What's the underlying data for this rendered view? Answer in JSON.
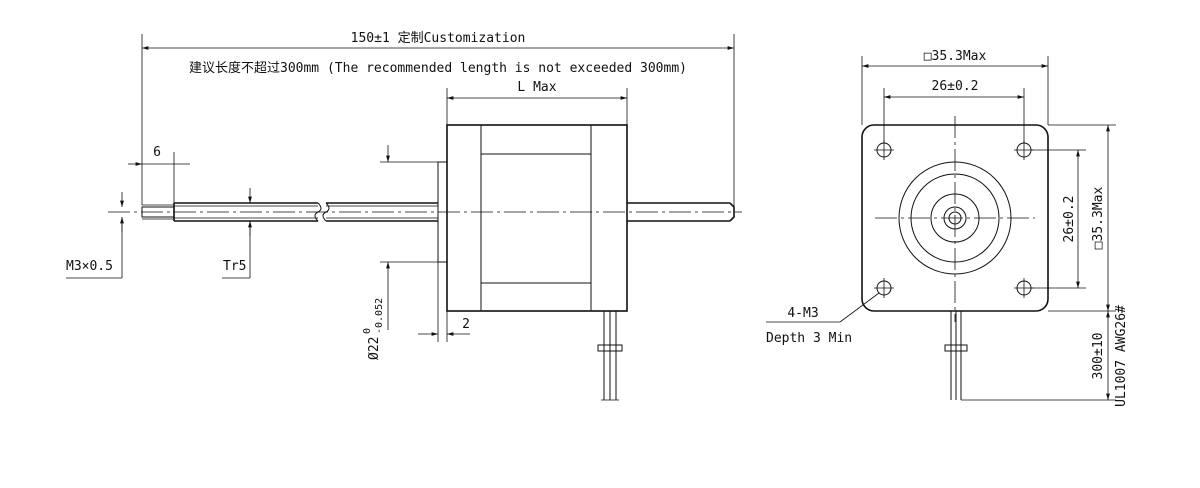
{
  "dimensions": {
    "total_length": "150±1 定制Customization",
    "recommended_length": "建议长度不超过300mm (The recommended length is not exceeded 300mm)",
    "l_max": "L Max",
    "shaft_tip": "6",
    "thread_m3": "M3×0.5",
    "lead_screw": "Tr5",
    "boss_height": "2",
    "boss_diameter_main": "Ø22",
    "boss_diameter_upper": "0",
    "boss_diameter_lower": "-0.052",
    "frame_size_top": "□35.3Max",
    "hole_spacing_top": "26±0.2",
    "hole_spacing_side": "26±0.2",
    "frame_size_side": "□35.3Max",
    "mount_holes": "4-M3",
    "mount_depth": "Depth 3 Min",
    "lead_length": "300±10",
    "wire_spec": "UL1007 AWG26#"
  }
}
